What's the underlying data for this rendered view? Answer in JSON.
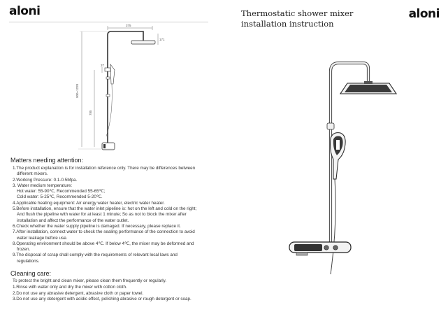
{
  "brand": {
    "logo_text": "aloni"
  },
  "right_page": {
    "title_line1": "Thermostatic shower mixer",
    "title_line2": "installation instruction"
  },
  "drawing": {
    "dim_width": "375",
    "dim_head": "171",
    "dim_small": "37",
    "dim_total": "900~1220",
    "dim_lower": "785"
  },
  "attention": {
    "heading": "Matters needing attention:",
    "items": [
      {
        "text": "1.The product explanation is for installation reference only. There may be differences between",
        "cont": "different mixers."
      },
      {
        "text": "2.Working Pressure: 0.1-0.5Mpa."
      },
      {
        "text": "3. Water medium temperature:"
      },
      {
        "text": "Hot water: 55-90℃, Recommended 55-65℃;",
        "indent": true
      },
      {
        "text": "Cold water: 5-25℃, Recommended 5-20℃.",
        "indent": true
      },
      {
        "text": "4.Applicable heating equipment: Air energy water heater, electric water heater."
      },
      {
        "text": "5.Before installation, ensure that the water inlet pipeline is: hot on the left and cold on the right;",
        "cont": "And flush the pipeline with water for at least 1 minute; So as not to block the mixer after",
        "cont2": "installation and affect the performance of the water outlet."
      },
      {
        "text": "6.Check whether the water supply pipeline is damaged. If necessary, please replace it."
      },
      {
        "text": "7.After installation, connect water to check the sealing performance of the connection to avoid",
        "cont": "water leakage before use."
      },
      {
        "text": "8.Operating environment should be above 4℃. If below 4℃, the mixer may be deformed and",
        "cont": "frozen."
      },
      {
        "text": "9.The disposal of scrap shall comply with the requirements of relevant local laws and",
        "cont": "regulations."
      }
    ]
  },
  "cleaning": {
    "heading": "Cleaning care:",
    "intro": "To protect the bright and clean mixer, please clean them frequently or regularly.",
    "items": [
      "1.Rinse with water only and dry the mixer with cotton cloth.",
      "2.Do not use any abrasive detergent, abrasive cloth or paper towel.",
      "3.Do not use any detergent with acidic effect, polishing abrasive or rough detergent or soap."
    ]
  }
}
